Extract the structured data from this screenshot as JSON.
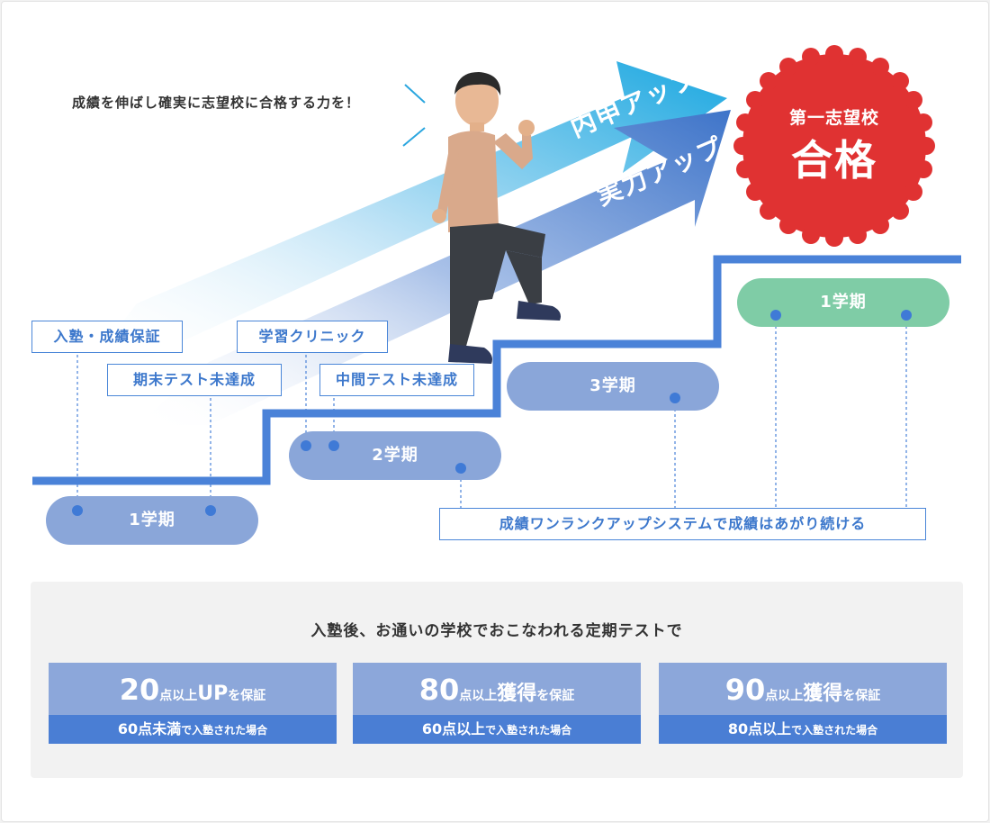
{
  "headline": "成績を伸ばし確実に志望校に合格する力を！",
  "arrows": {
    "top_label": "内申アップ",
    "bottom_label": "実力アップ"
  },
  "badge": {
    "line1": "第一志望校",
    "line2": "合格"
  },
  "tags": {
    "entry_guarantee": "入塾・成績保証",
    "final_exam": "期末テスト未達成",
    "clinic": "学習クリニック",
    "midterm_exam": "中間テスト未達成",
    "rank_up_system": "成績ワンランクアップシステムで成績はあがり続ける"
  },
  "terms": {
    "first_term": "1学期",
    "second_term": "2学期",
    "third_term": "3学期",
    "next_first_term": "1学期"
  },
  "summary": {
    "title": "入塾後、お通いの学校でおこなわれる定期テストで",
    "boxes": [
      {
        "num": "20",
        "pts": "点以上",
        "word": "UP",
        "suffix": "を保証",
        "bnum": "60",
        "bpt": "点",
        "bkey": "未満",
        "btail": "で入塾された場合"
      },
      {
        "num": "80",
        "pts": "点以上",
        "word": "獲得",
        "suffix": "を保証",
        "bnum": "60",
        "bpt": "点",
        "bkey": "以上",
        "btail": "で入塾された場合"
      },
      {
        "num": "90",
        "pts": "点以上",
        "word": "獲得",
        "suffix": "を保証",
        "bnum": "80",
        "bpt": "点",
        "bkey": "以上",
        "btail": "で入塾された場合"
      }
    ]
  },
  "colors": {
    "stair": "#4a82d8",
    "pill_blue": "#8aa6d9",
    "pill_green": "#7fcca6",
    "badge_red": "#e03232",
    "tag_border": "#4a86d8"
  }
}
